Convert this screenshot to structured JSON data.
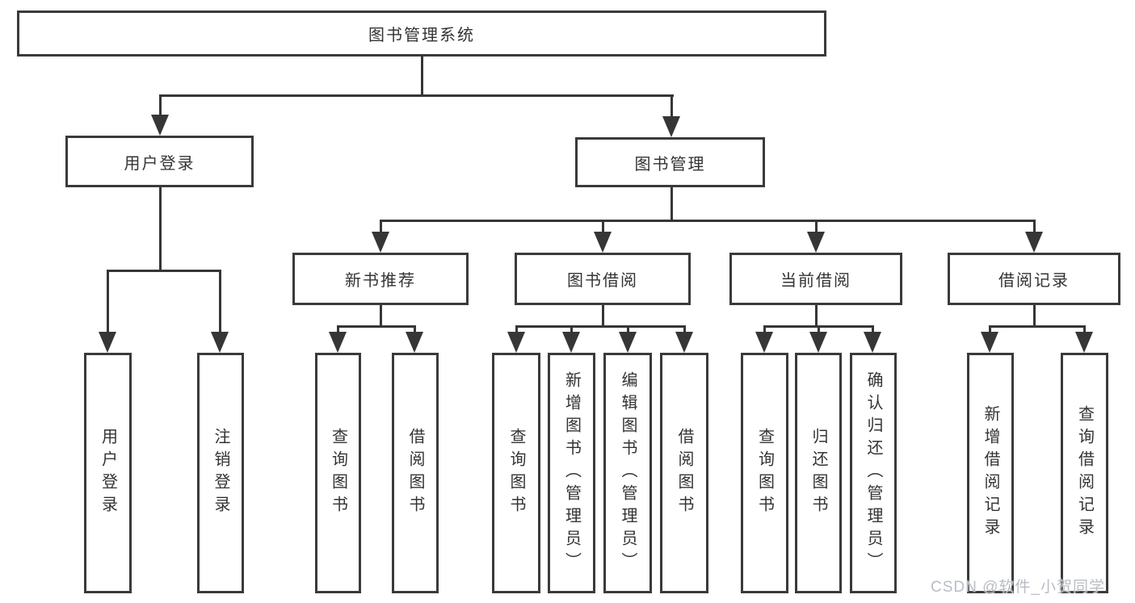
{
  "diagram": {
    "root": {
      "label": "图书管理系统",
      "children": [
        {
          "label": "用户登录",
          "children": [
            {
              "label": "用户登录"
            },
            {
              "label": "注销登录"
            }
          ]
        },
        {
          "label": "图书管理",
          "children": [
            {
              "label": "新书推荐",
              "children": [
                {
                  "label": "查询图书"
                },
                {
                  "label": "借阅图书"
                }
              ]
            },
            {
              "label": "图书借阅",
              "children": [
                {
                  "label": "查询图书"
                },
                {
                  "label": "新增图书（管理员）"
                },
                {
                  "label": "编辑图书（管理员）"
                },
                {
                  "label": "借阅图书"
                }
              ]
            },
            {
              "label": "当前借阅",
              "children": [
                {
                  "label": "查询图书"
                },
                {
                  "label": "归还图书"
                },
                {
                  "label": "确认归还（管理员）"
                }
              ]
            },
            {
              "label": "借阅记录",
              "children": [
                {
                  "label": "新增借阅记录"
                },
                {
                  "label": "查询借阅记录"
                }
              ]
            }
          ]
        }
      ]
    }
  },
  "watermark": {
    "text": "CSDN @软件_小贺同学"
  },
  "colors": {
    "line": "#363636",
    "border": "#3a3a3a",
    "text": "#333333",
    "watermark": "#b9bdc4",
    "background": "#ffffff"
  }
}
